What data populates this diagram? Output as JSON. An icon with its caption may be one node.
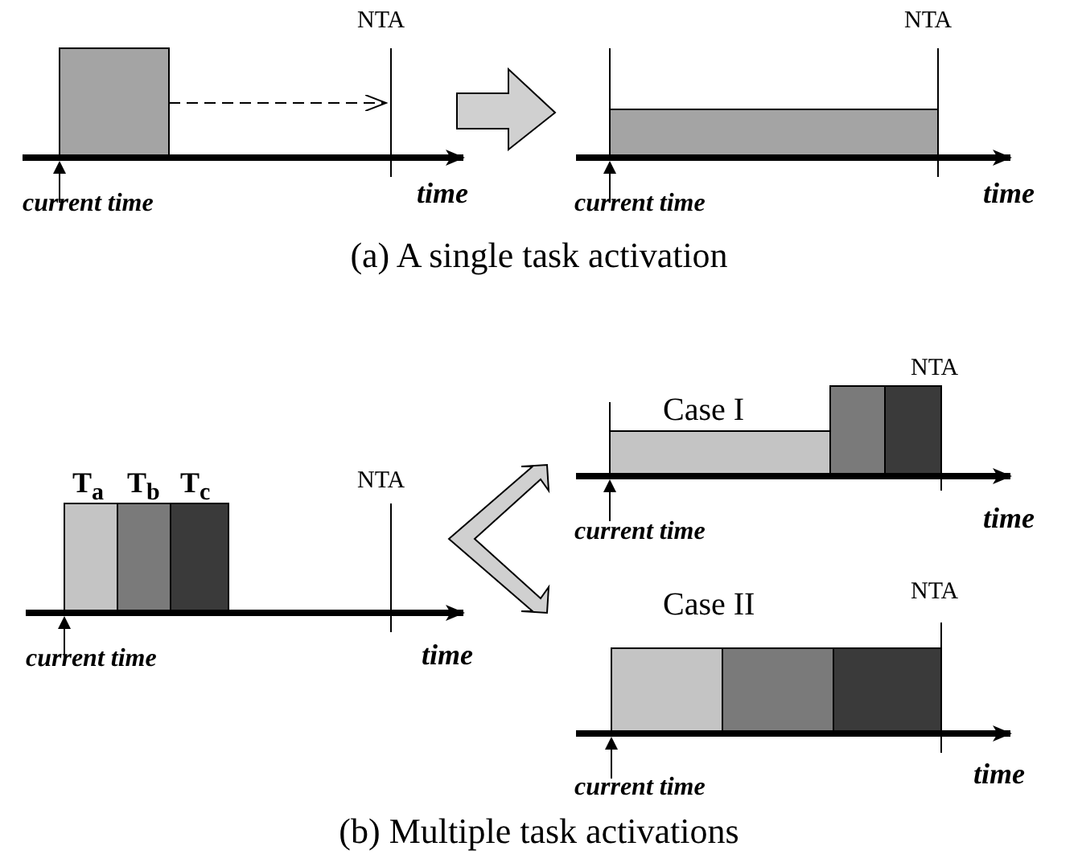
{
  "diagram": {
    "labels": [
      "NTA",
      "current time",
      "time",
      "NTA",
      "current time",
      "time",
      "(a) A single task activation",
      "Case I",
      "NTA",
      "T$_{a}$",
      "T$_{b}$",
      "T$_{c}$",
      "NTA",
      "current time",
      "time",
      "current time",
      "time",
      "Case II",
      "NTA",
      "current time",
      "time",
      "(b) Multiple task activations"
    ]
  }
}
